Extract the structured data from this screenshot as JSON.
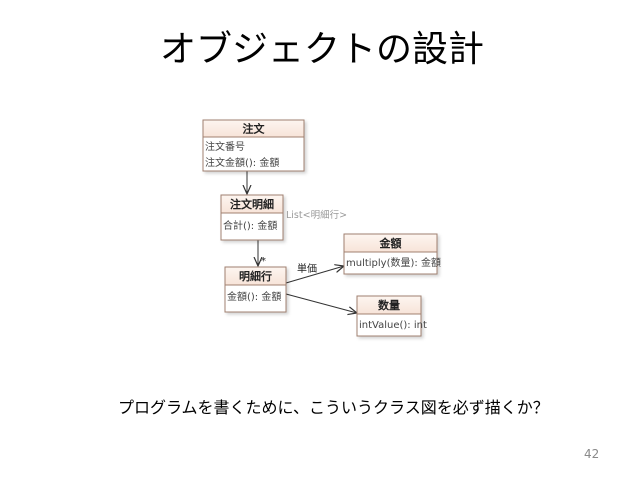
{
  "slide": {
    "title": "オブジェクトの設計",
    "question": "プログラムを書くために、こういうクラス図を必ず描くか？",
    "page_number": "42"
  },
  "diagram": {
    "classes": {
      "order": {
        "name": "注文",
        "attrs": [
          "注文番号",
          "注文金額(): 金額"
        ]
      },
      "order_detail": {
        "name": "注文明細",
        "attrs": [
          "合計(): 金額"
        ]
      },
      "line_item": {
        "name": "明細行",
        "attrs": [
          "金額(): 金額"
        ]
      },
      "amount": {
        "name": "金額",
        "attrs": [
          "multiply(数量): 金額"
        ]
      },
      "quantity": {
        "name": "数量",
        "attrs": [
          "intValue(): int"
        ]
      }
    },
    "labels": {
      "list_type": "List<明細行>",
      "multiplicity": "*",
      "unit_price": "単価"
    }
  },
  "colors": {
    "class_header_bg": "#fbeee6",
    "class_border": "#a08070",
    "edge": "#333333"
  }
}
